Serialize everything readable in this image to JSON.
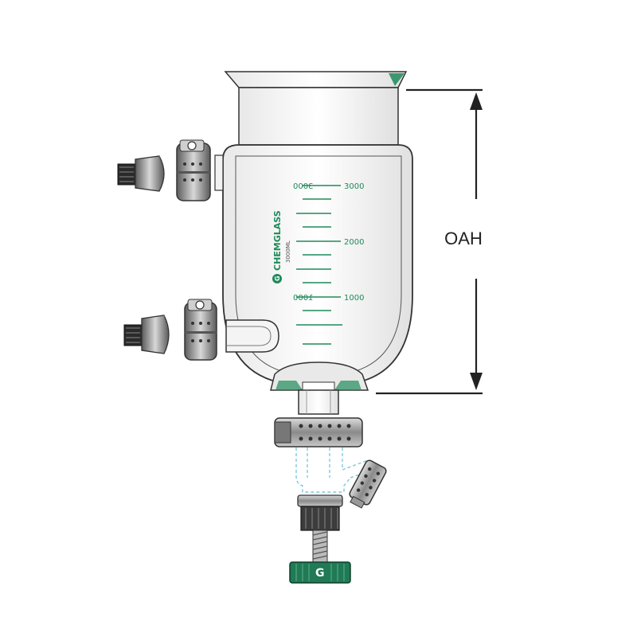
{
  "brand": {
    "name": "CHEMGLASS",
    "capacity_label": "3000ML",
    "logo_letter": "G",
    "knob_letter": "G"
  },
  "graduations": {
    "major_labels_right": [
      "3000",
      "2000",
      "1000"
    ],
    "major_labels_left": [
      "3000",
      "1000"
    ],
    "color": "#1f8a5a"
  },
  "dimension": {
    "label": "OAH"
  },
  "colors": {
    "outline": "#333333",
    "glass_gray": "#bfbfbf",
    "teal_accent": "#1f8a5a",
    "valve_dashed": "#7fc7e0"
  },
  "icons": {
    "upper_clamp": "clamp-icon",
    "lower_clamp": "clamp-icon",
    "upper_plug": "plug-icon",
    "lower_plug": "plug-icon",
    "valve_knob": "knob-icon"
  }
}
